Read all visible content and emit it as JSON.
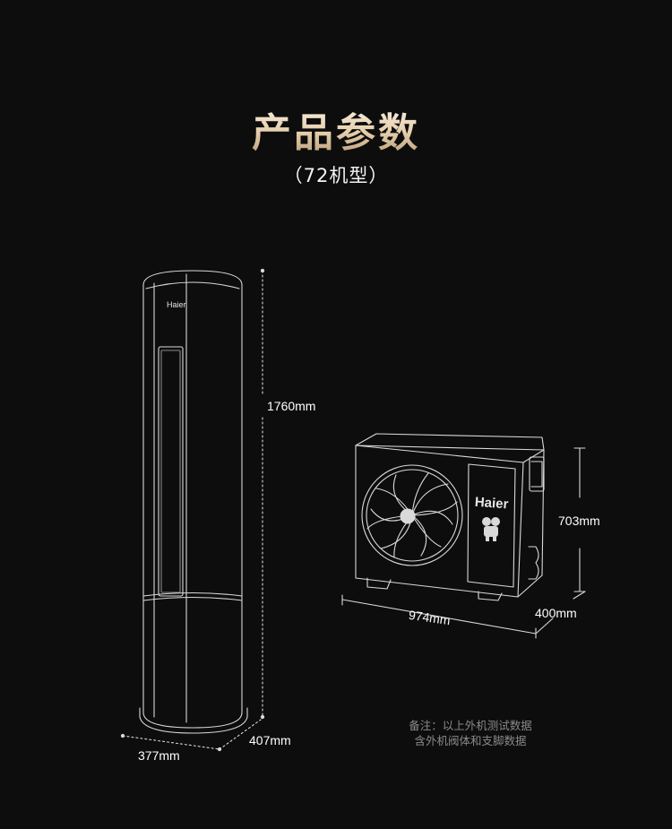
{
  "header": {
    "title": "产品参数",
    "subtitle": "（72机型）"
  },
  "indoor_unit": {
    "brand": "Haier",
    "height": "1760mm",
    "width": "377mm",
    "depth": "407mm"
  },
  "outdoor_unit": {
    "brand": "Haier",
    "height": "703mm",
    "width": "974mm",
    "depth": "400mm"
  },
  "note": {
    "line1": "备注：以上外机测试数据",
    "line2": "含外机阀体和支脚数据"
  },
  "colors": {
    "background": "#0d0d0d",
    "title_gold": "#e6cfad",
    "line_art": "#d9d9d9",
    "note_gray": "#8a8a8a"
  }
}
